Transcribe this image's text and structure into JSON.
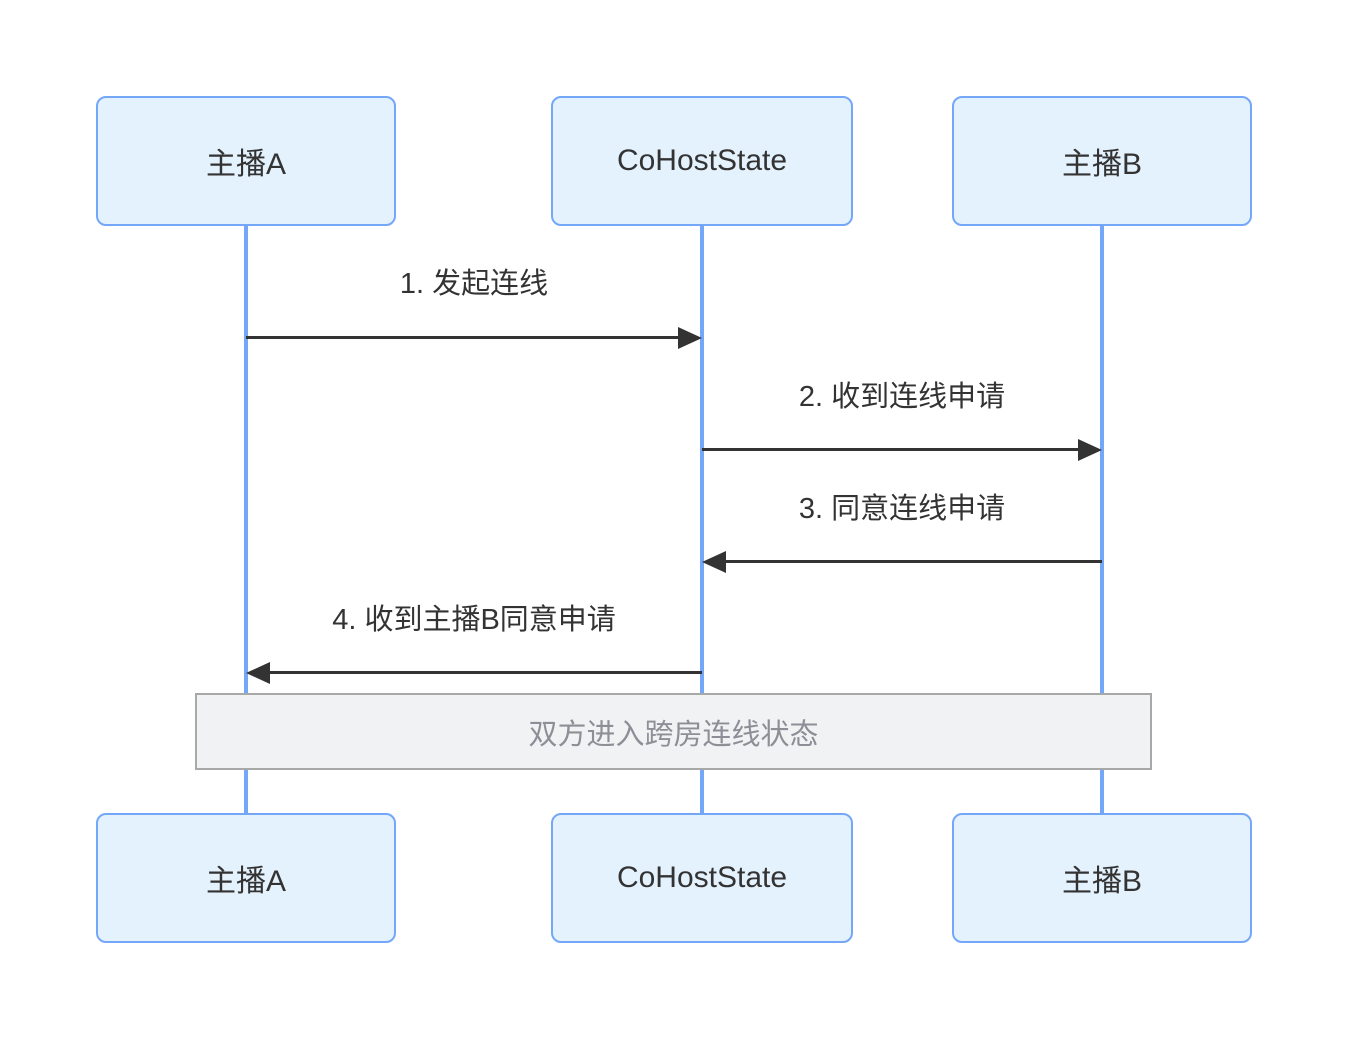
{
  "diagram": {
    "type": "sequence-diagram",
    "participants": [
      {
        "id": "host-a",
        "label": "主播A"
      },
      {
        "id": "cohoststate",
        "label": "CoHostState"
      },
      {
        "id": "host-b",
        "label": "主播B"
      }
    ],
    "messages": [
      {
        "order": 1,
        "label": "1. 发起连线",
        "from": "主播A",
        "to": "CoHostState",
        "direction": "right"
      },
      {
        "order": 2,
        "label": "2. 收到连线申请",
        "from": "CoHostState",
        "to": "主播B",
        "direction": "right"
      },
      {
        "order": 3,
        "label": "3. 同意连线申请",
        "from": "主播B",
        "to": "CoHostState",
        "direction": "left"
      },
      {
        "order": 4,
        "label": "4. 收到主播B同意申请",
        "from": "CoHostState",
        "to": "主播A",
        "direction": "left"
      }
    ],
    "note": {
      "label": "双方进入跨房连线状态",
      "spans": [
        "主播A",
        "主播B"
      ]
    },
    "colors": {
      "background": "#ffffff",
      "actor_fill": "#e4f2fd",
      "actor_border": "#74a7f8",
      "lifeline": "#74a7f8",
      "arrow": "#333333",
      "message_text": "#333333",
      "note_fill": "#f1f2f4",
      "note_border": "#a8a8a8",
      "note_text": "#8c9096"
    }
  }
}
